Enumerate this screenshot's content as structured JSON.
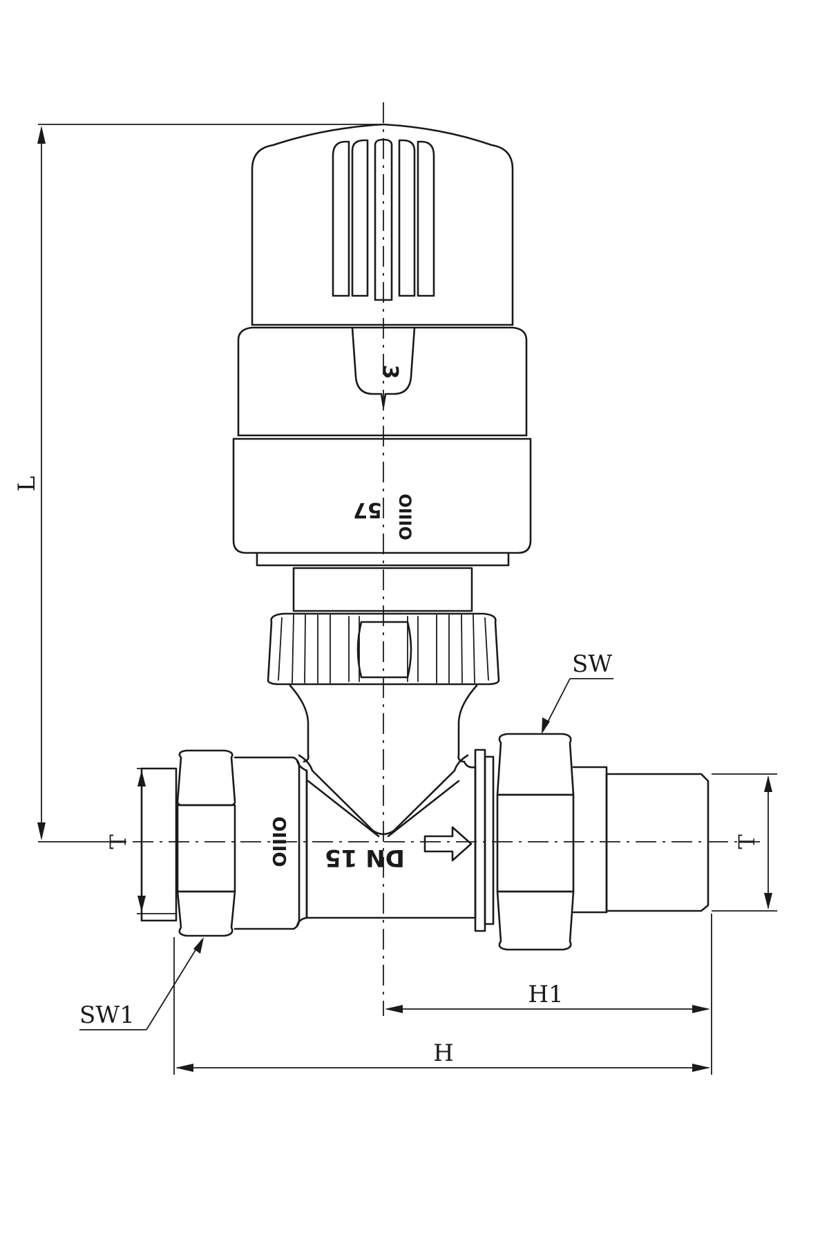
{
  "drawing": {
    "labels": {
      "length": "L",
      "thread_left": "T",
      "thread_right": "T",
      "wrench_size": "SW",
      "wrench_size_1": "SW1",
      "offset": "H1",
      "overall": "H"
    },
    "markings": {
      "body": "DN 15",
      "head_size": "57",
      "brand_head": "OIIIO",
      "brand_body": "OIIIO",
      "dial_symbol": "3"
    }
  }
}
